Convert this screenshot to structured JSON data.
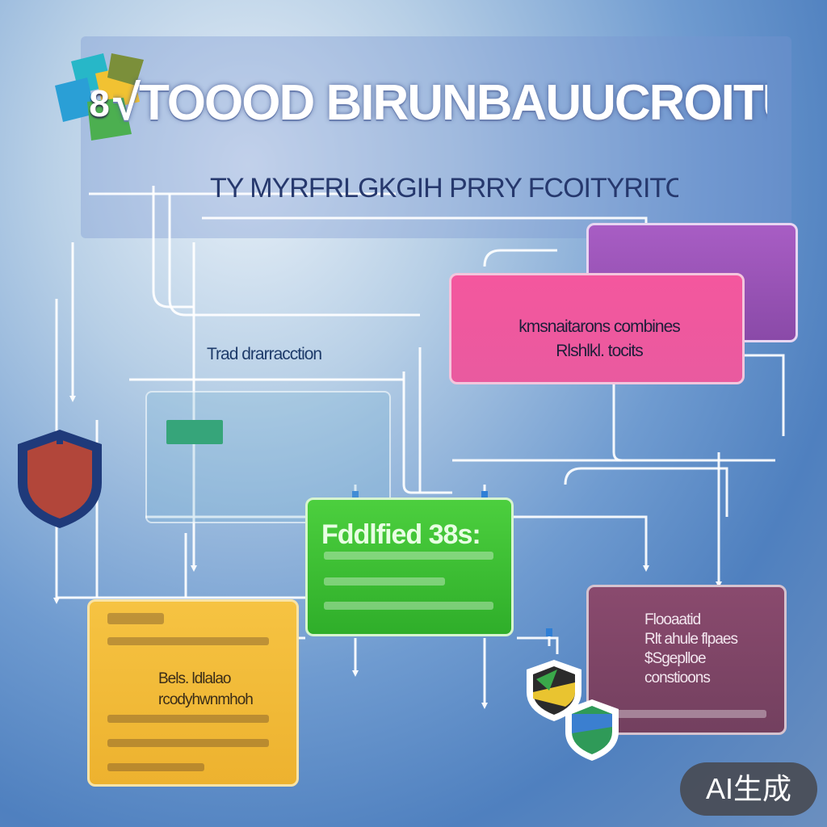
{
  "header": {
    "logo_number": "8",
    "title": "√TOOOD BIRUNBAUUCROITU",
    "subtitle": "TY MYRFRLGKGIH PRRY FCOITYRITOONIS"
  },
  "nodes": {
    "pink": {
      "text": "kmsnaitarons combines\nRlshlkl. tocits"
    },
    "green": {
      "text": "Fddlfied 38s:"
    },
    "yellow": {
      "text": "Bels. ldlalao\nrcodyhwnmhoh"
    },
    "plum": {
      "text": "Flooaatid\nRlt ahule flpaes\n$Sgeplloe\nconstioons"
    },
    "trad": {
      "text": "Trad drarracction"
    }
  },
  "badge": {
    "label": "AI生成"
  },
  "colors": {
    "pink": "#f4579e",
    "violet": "#a85dc4",
    "green": "#3fc235",
    "yellow": "#f3bd3a",
    "plum": "#7d4566",
    "shield": "#b2463a"
  },
  "icons": [
    "logo-puzzle-icon",
    "shield-icon",
    "shield-green-icon",
    "shield-yellow-icon"
  ]
}
